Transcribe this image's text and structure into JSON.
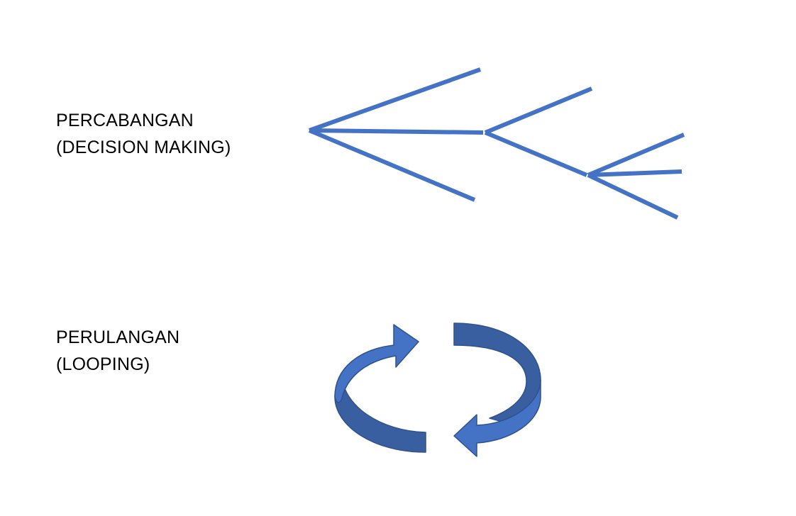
{
  "branching": {
    "line1": "PERCABANGAN",
    "line2": "(DECISION MAKING)",
    "stroke_color": "#4472C4"
  },
  "looping": {
    "line1": "PERULANGAN",
    "line2": "(LOOPING)",
    "front_color": "#4472C4",
    "side_color": "#3A5FA0",
    "outline_color": "#2F528F"
  }
}
